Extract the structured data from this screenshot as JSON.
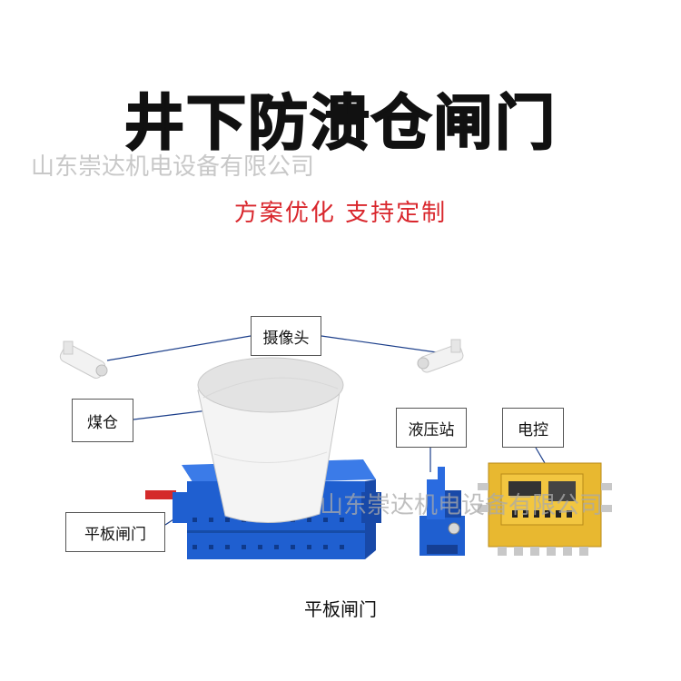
{
  "title": "井下防溃仓闸门",
  "watermark": "山东崇达机电设备有限公司",
  "subtitle": "方案优化  支持定制",
  "labels": {
    "camera": "摄像头",
    "coal_bin": "煤仓",
    "hydraulic_station": "液压站",
    "electric_control": "电控",
    "plate_gate": "平板闸门"
  },
  "caption": "平板闸门",
  "colors": {
    "title": "#111111",
    "subtitle": "#d9262c",
    "gate_blue": "#1f5fd0",
    "control_box": "#e8b830",
    "cylinder": "#d42a2a"
  }
}
